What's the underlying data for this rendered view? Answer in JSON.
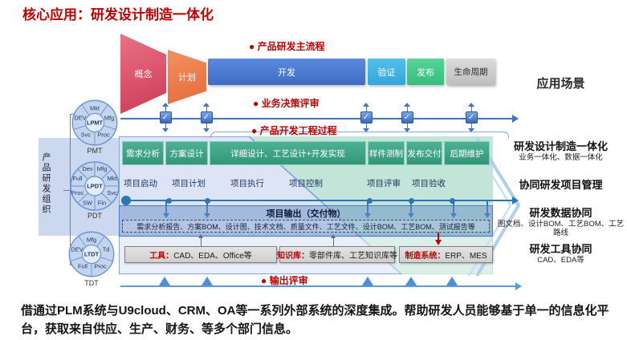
{
  "title": "核心应用：研发设计制造一体化",
  "labels": {
    "main_flow": "● 产品研发主流程",
    "decision_review": "● 业务决策评审",
    "engineering_process": "● 产品开发工程过程",
    "output_review": "● 输出评审"
  },
  "funnel": {
    "stages": [
      {
        "label": "概念",
        "color": "#D94F63"
      },
      {
        "label": "计划",
        "color": "#EC7D4E"
      },
      {
        "label": "开发",
        "color": "#4777CF"
      },
      {
        "label": "验证",
        "color": "#3FB3E4"
      },
      {
        "label": "发布",
        "color": "#45CA8A"
      },
      {
        "label": "生命周期",
        "color": "#C9C9C9"
      }
    ]
  },
  "process_row": [
    "需求分析",
    "方案设计",
    "详细设计、工艺设计+开发实现",
    "样件测制",
    "发布交付",
    "后期维护"
  ],
  "project_row": [
    "项目启动",
    "项目计划",
    "项目执行",
    "项目控制",
    "项目评审",
    "项目验收"
  ],
  "output": {
    "header": "项目输出（交付物）",
    "deliverables": "需求分析报告、方案BOM、设计图、技术文档、质量文件、工艺文件、设计BOM、工艺BOM、测试报告等"
  },
  "tools": [
    {
      "name": "工具：",
      "value": "CAD、EDA、Office等"
    },
    {
      "name": "知识库：",
      "value": "零部件库、工艺知识库等"
    },
    {
      "name": "制造系统：",
      "value": "ERP、MES"
    }
  ],
  "org": {
    "vertical_label": "产品研发组织",
    "teams": [
      {
        "name": "PMT",
        "center": "LPMT",
        "sectors": [
          "Mkt",
          "Mfg",
          "Proc",
          "Svc",
          "DEV"
        ]
      },
      {
        "name": "PDT",
        "center": "LPDT",
        "sectors": [
          "Dev",
          "Mfg",
          "Mkt",
          "Svc",
          "Fin",
          "SW",
          "Proc",
          "Full"
        ]
      },
      {
        "name": "TDT",
        "center": "LTDT",
        "sectors": [
          "Mfg",
          "Td",
          "Proc",
          "Full",
          "DEV"
        ]
      }
    ]
  },
  "scenarios": {
    "header": "应用场景",
    "items": [
      {
        "title": "研发设计制造一体化",
        "subtitle": "业务一体化、数据一体化"
      },
      {
        "title": "协同研发项目管理",
        "subtitle": ""
      },
      {
        "title": "研发数据协同",
        "subtitle": "图文档、设计BOM、工艺BOM、工艺路线"
      },
      {
        "title": "研发工具协同",
        "subtitle": "CAD、EDA等"
      }
    ]
  },
  "footer": "借通过PLM系统与U9cloud、CRM、OA等一系列外部系统的深度集成。帮助研发人员能够基于单一的信息化平台，获取来自供应、生产、财务、等多个部门信息。",
  "icons": {
    "check": "✓"
  },
  "colors": {
    "title_red": "#C00000",
    "process_green": "#3FA88B",
    "line_blue": "#4472C4",
    "timeline_blue": "#2E75B6",
    "band_lavender": "#DCE4F6",
    "band_teal": "#C3E4D9"
  }
}
